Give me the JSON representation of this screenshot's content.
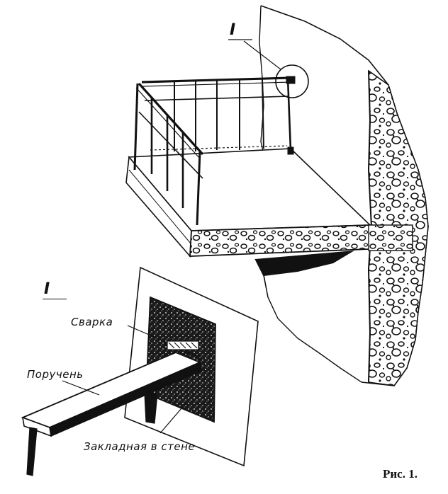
{
  "labels": {
    "callout_top": "I",
    "callout_detail": "I",
    "welding": "Сварка",
    "handrail": "Поручень",
    "embedded": "Закладная в стене",
    "figure_caption": "Рис. 1."
  },
  "colors": {
    "ink": "#111111",
    "paper": "#ffffff"
  }
}
